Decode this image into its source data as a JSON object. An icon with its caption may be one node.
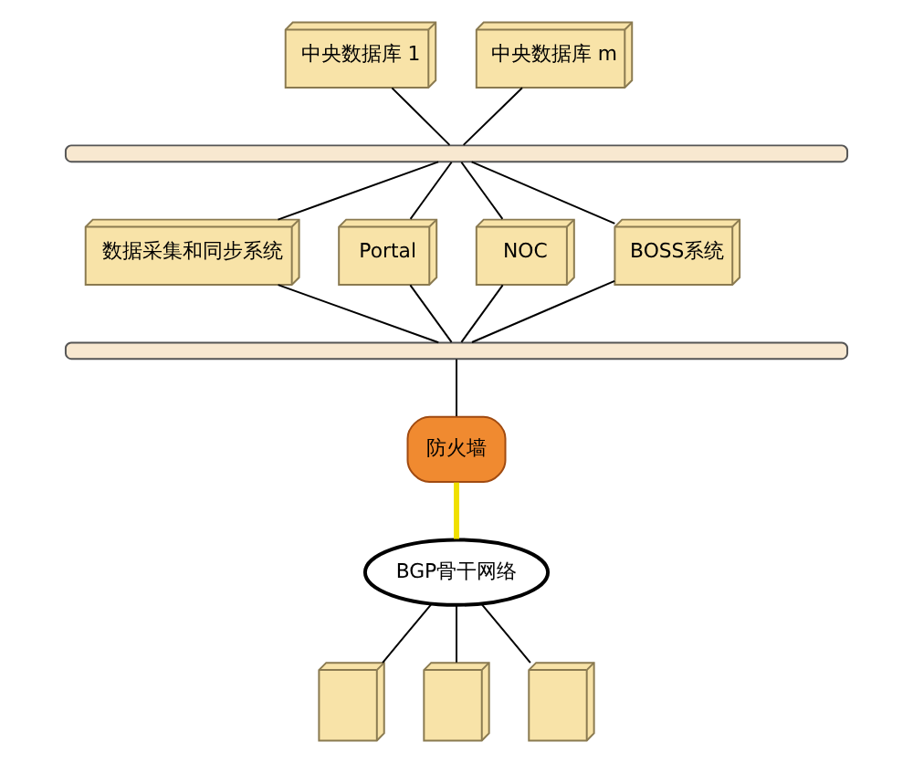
{
  "diagram": {
    "nodes": [
      {
        "text": [
          "中央数据库 1"
        ]
      },
      {
        "text": [
          "中央数据库 m"
        ]
      },
      {
        "text": [],
        "shape": "bar"
      },
      {
        "text": [
          "数据采集和同步系统"
        ]
      },
      {
        "text": [
          "Portal"
        ]
      },
      {
        "text": [
          "NOC"
        ]
      },
      {
        "text": [
          "BOSS系统"
        ]
      },
      {
        "text": [],
        "shape": "bar"
      },
      {
        "text": [
          "防火墙"
        ]
      },
      {
        "text": [
          "BGP骨干网络"
        ]
      },
      {
        "text": [],
        "shape": "picture"
      },
      {
        "text": [],
        "shape": "picture"
      },
      {
        "text": [],
        "shape": "picture"
      }
    ],
    "edges": [
      {
        "from": 0,
        "to": 2,
        "arrow": "none"
      },
      {
        "from": 1,
        "to": 2,
        "arrow": "none"
      },
      {
        "from": 2,
        "to": 3,
        "arrow": "none"
      },
      {
        "from": 2,
        "to": 4,
        "arrow": "none"
      },
      {
        "from": 2,
        "to": 5,
        "arrow": "none"
      },
      {
        "from": 2,
        "to": 6,
        "arrow": "none"
      },
      {
        "from": 3,
        "to": 7,
        "arrow": "none"
      },
      {
        "from": 4,
        "to": 7,
        "arrow": "none"
      },
      {
        "from": 5,
        "to": 7,
        "arrow": "none"
      },
      {
        "from": 6,
        "to": 7,
        "arrow": "none"
      },
      {
        "from": 7,
        "to": 8,
        "arrow": "none"
      },
      {
        "from": 8,
        "to": 9,
        "arrow": "none",
        "style": "thick",
        "color": "#f0e000"
      },
      {
        "from": 9,
        "to": 10,
        "arrow": "none"
      },
      {
        "from": 9,
        "to": 11,
        "arrow": "none"
      },
      {
        "from": 9,
        "to": 12,
        "arrow": "none"
      }
    ]
  }
}
